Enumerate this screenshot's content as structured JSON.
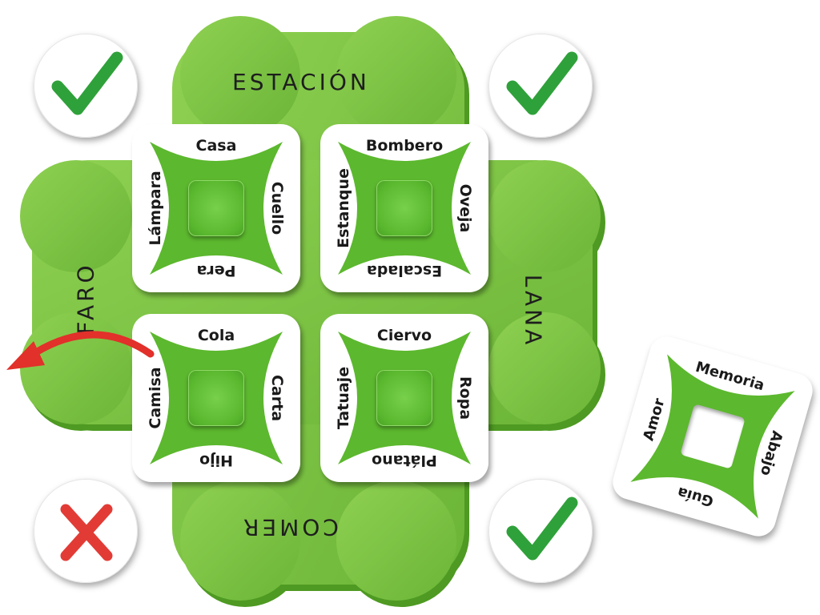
{
  "board": {
    "clues": {
      "top": "ESTACIÓN",
      "right": "LANA",
      "bottom": "COMER",
      "left": "FARO"
    }
  },
  "marks": [
    {
      "symbol": "check",
      "color": "#2fa13a"
    },
    {
      "symbol": "check",
      "color": "#2fa13a"
    },
    {
      "symbol": "cross",
      "color": "#e23b35"
    },
    {
      "symbol": "check",
      "color": "#2fa13a"
    }
  ],
  "cards": [
    {
      "top": "Casa",
      "right": "Cuello",
      "bottom": "Pera",
      "left": "Lámpara"
    },
    {
      "top": "Bombero",
      "right": "Oveja",
      "bottom": "Escalada",
      "left": "Estanque"
    },
    {
      "top": "Cola",
      "right": "Carta",
      "bottom": "Hijo",
      "left": "Camisa"
    },
    {
      "top": "Ciervo",
      "right": "Ropa",
      "bottom": "Plátano",
      "left": "Tatuaje"
    }
  ],
  "spare_card": {
    "top": "Memoria",
    "right": "Abajo",
    "bottom": "Guía",
    "left": "Amor"
  },
  "colors": {
    "board_green": "#7cc243",
    "board_edge": "#4e9a22",
    "star_green": "#5cb82e",
    "arrow_red": "#e2302a"
  }
}
